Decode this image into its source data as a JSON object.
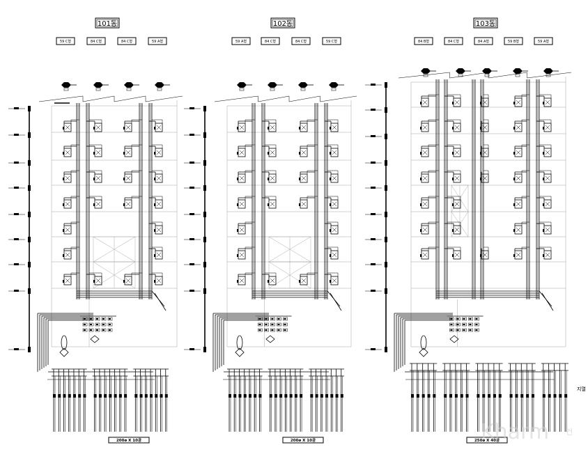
{
  "buildings": [
    {
      "label": "101동",
      "unit_types": [
        "59 C형",
        "84 C형",
        "84 C형",
        "59 A형"
      ],
      "header_size": "200ø X 10공"
    },
    {
      "label": "102동",
      "unit_types": [
        "59 A형",
        "84 C형",
        "84 C형",
        "59 C형"
      ],
      "header_size": "200ø X 10공"
    },
    {
      "label": "103동",
      "unit_types": [
        "84 B형",
        "84 C형",
        "84 A형",
        "59 B형",
        "59 A형"
      ],
      "header_size": "250ø X 40공"
    }
  ],
  "side_label": "지열",
  "watermark": {
    "main": "Kharm",
    "suffix": "건"
  }
}
